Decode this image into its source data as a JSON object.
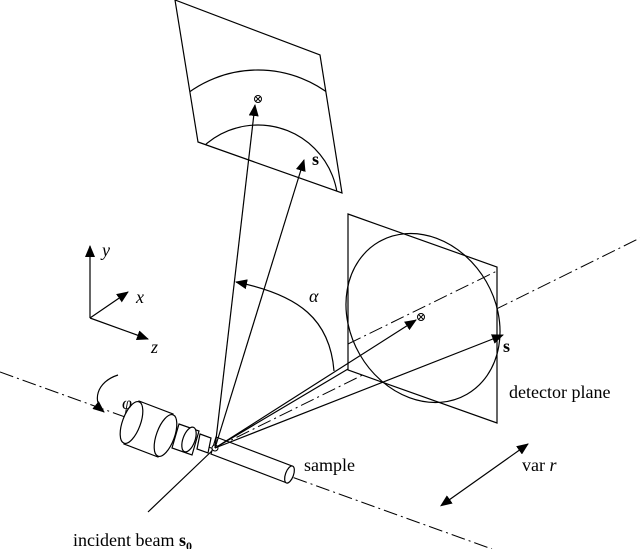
{
  "labels": {
    "axis_y": "y",
    "axis_x": "x",
    "axis_z": "z",
    "phi": "φ",
    "alpha": "α",
    "s_upper": "s",
    "s_right": "s",
    "detector_plane": "detector plane",
    "sample": "sample",
    "var": "var ",
    "var_r": "r",
    "incident_beam": "incident beam ",
    "incident_s": "s",
    "incident_sub": "0"
  },
  "colors": {
    "ink": "#000000",
    "background": "#ffffff"
  }
}
